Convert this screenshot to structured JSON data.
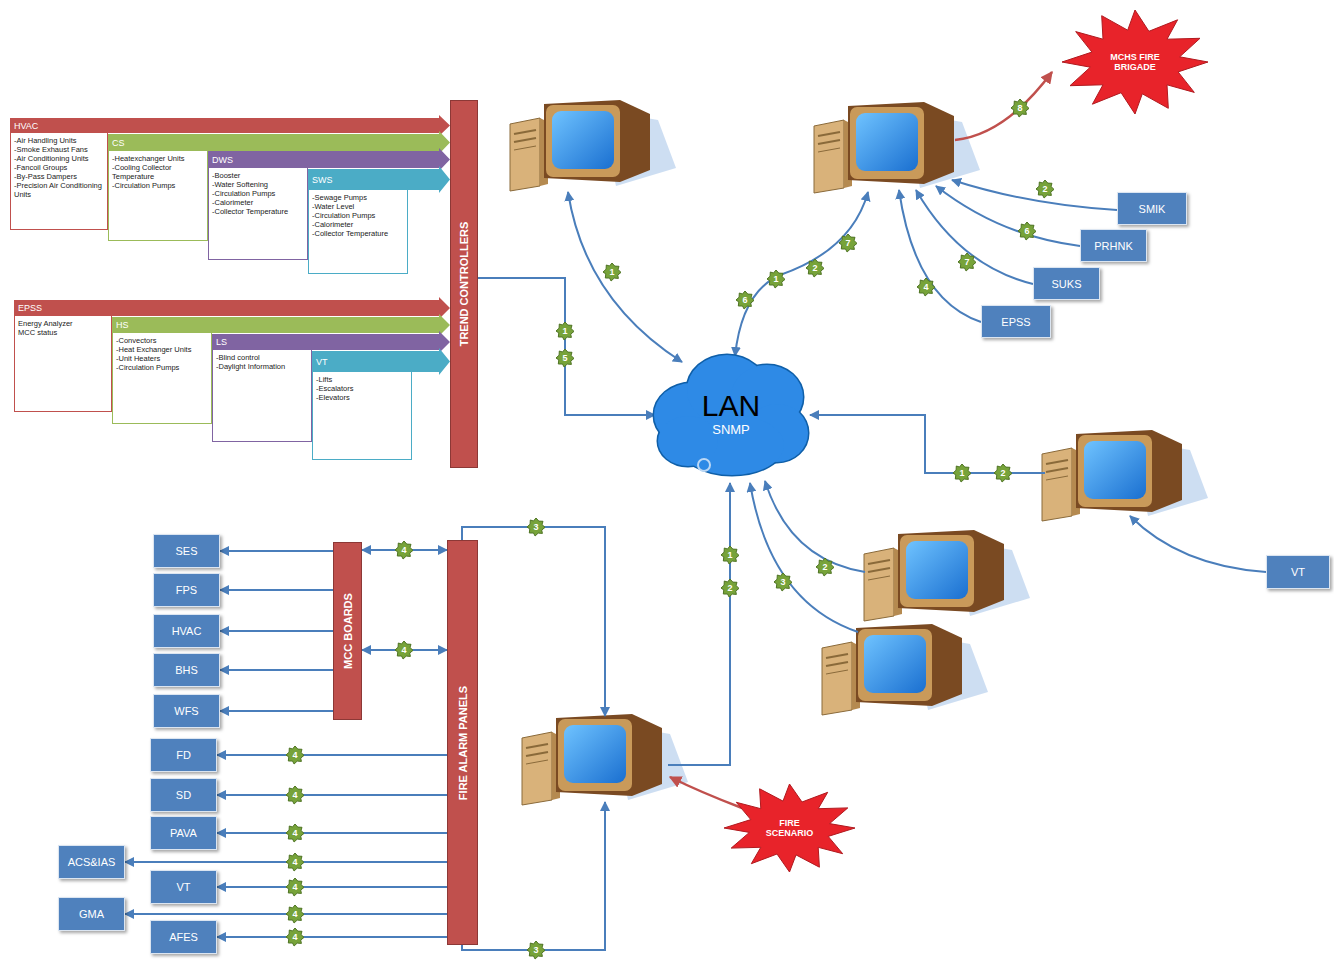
{
  "diagram": {
    "nodes": [
      {
        "text": [
          "HVAC",
          "-Air Handling Units",
          "-Smoke Exhaust Fans",
          "-Air Conditioning Units",
          "-Fancoil Groups",
          "-By-Pass Dampers",
          "-Precision Air Conditioning Units"
        ]
      },
      {
        "text": [
          "CS",
          "-Heatexchanger Units",
          "-Cooling Collector Temperature",
          "-Circulation Pumps"
        ]
      },
      {
        "text": [
          "DWS",
          "-Booster",
          "-Water Softening",
          "-Circulation Pumps",
          "-Calorimeter",
          "-Collector Temperature"
        ]
      },
      {
        "text": [
          "SWS",
          "-Sewage Pumps",
          "-Water Level",
          "-Circulation Pumps",
          "-Calorimeter",
          "-Collector Temperature"
        ]
      },
      {
        "text": [
          "EPSS",
          "Energy Analyzer",
          "MCC status"
        ]
      },
      {
        "text": [
          "HS",
          "-Convectors",
          "-Heat Exchanger Units",
          "-Unit Heaters",
          "-Circulation Pumps"
        ]
      },
      {
        "text": [
          "LS",
          "-Blind control",
          "-Daylight Information"
        ]
      },
      {
        "text": [
          "VT",
          "-Lifts",
          "-Escalators",
          "-Elevators"
        ]
      },
      {
        "text": [
          "TREND CONTROLLERS"
        ]
      },
      {
        "text": [
          "MCHS FIRE BRIGADE"
        ]
      },
      {
        "text": [
          "SMIK"
        ]
      },
      {
        "text": [
          "PRHNK"
        ]
      },
      {
        "text": [
          "SUKS"
        ]
      },
      {
        "text": [
          "EPSS"
        ]
      },
      {
        "text": [
          "LAN",
          "SNMP"
        ]
      },
      {
        "text": [
          "VT"
        ]
      },
      {
        "text": [
          "SES"
        ]
      },
      {
        "text": [
          "MCC BOARDS"
        ]
      },
      {
        "text": [
          "FIRE ALARM PANELS"
        ]
      },
      {
        "text": [
          "FPS"
        ]
      },
      {
        "text": [
          "HVAC"
        ]
      },
      {
        "text": [
          "BHS"
        ]
      },
      {
        "text": [
          "WFS"
        ]
      },
      {
        "text": [
          "FD"
        ]
      },
      {
        "text": [
          "SD"
        ]
      },
      {
        "text": [
          "PAVA"
        ]
      },
      {
        "text": [
          "ACS&IAS"
        ]
      },
      {
        "text": [
          "VT"
        ]
      },
      {
        "text": [
          "GMA"
        ]
      },
      {
        "text": [
          "AFES"
        ]
      },
      {
        "text": [
          "FIRE SCENARIO"
        ]
      }
    ],
    "edges": [
      {
        "from": 0,
        "to": 8,
        "arrow": "to"
      },
      {
        "from": 1,
        "to": 8,
        "arrow": "to"
      },
      {
        "from": 2,
        "to": 8,
        "arrow": "to"
      },
      {
        "from": 3,
        "to": 8,
        "arrow": "to"
      },
      {
        "from": 4,
        "to": 8,
        "arrow": "to"
      },
      {
        "from": 5,
        "to": 8,
        "arrow": "to"
      },
      {
        "from": 6,
        "to": 8,
        "arrow": "to"
      },
      {
        "from": 7,
        "to": 8,
        "arrow": "to"
      },
      {
        "from": 8,
        "to": 14,
        "arrow": "to"
      },
      {
        "from": 17,
        "to": 18,
        "label": "4",
        "arrow": "both"
      },
      {
        "from": 17,
        "to": 18,
        "label": "4",
        "arrow": "both"
      },
      {
        "from": 17,
        "to": 16,
        "arrow": "to"
      },
      {
        "from": 17,
        "to": 19,
        "arrow": "to"
      },
      {
        "from": 17,
        "to": 20,
        "arrow": "to"
      },
      {
        "from": 17,
        "to": 21,
        "arrow": "to"
      },
      {
        "from": 17,
        "to": 22,
        "arrow": "to"
      },
      {
        "from": 18,
        "to": 23,
        "label": "4",
        "arrow": "to"
      },
      {
        "from": 18,
        "to": 24,
        "label": "4",
        "arrow": "to"
      },
      {
        "from": 18,
        "to": 25,
        "label": "4",
        "arrow": "to"
      },
      {
        "from": 18,
        "to": 26,
        "label": "4",
        "arrow": "to"
      },
      {
        "from": 18,
        "to": 27,
        "label": "4",
        "arrow": "to"
      },
      {
        "from": 18,
        "to": 28,
        "label": "4",
        "arrow": "to"
      },
      {
        "from": 18,
        "to": 29,
        "label": "4",
        "arrow": "to"
      }
    ],
    "labels": [
      "1",
      "7",
      "2",
      "1",
      "6",
      "8",
      "2",
      "6",
      "7",
      "4",
      "1",
      "5",
      "1",
      "2",
      "2",
      "3",
      "1",
      "2",
      "3",
      "3"
    ]
  }
}
